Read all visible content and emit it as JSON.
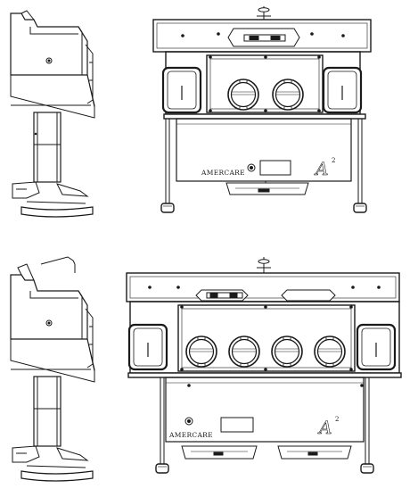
{
  "colors": {
    "line": "#1a1a1a",
    "background": "#ffffff"
  },
  "drawings": {
    "top_front": {
      "brand_label": "AMERCARE",
      "logo_letter": "A",
      "logo_superscript": "2"
    },
    "bottom_front": {
      "brand_label": "AMERCARE",
      "logo_letter": "A",
      "logo_superscript": "2"
    }
  }
}
